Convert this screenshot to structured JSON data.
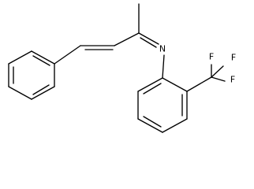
{
  "molecule": {
    "atoms": {
      "nitrogen": "N",
      "fluorine_top_left": "F",
      "fluorine_top_right": "F",
      "fluorine_right": "F"
    },
    "colors": {
      "bond": "#000000",
      "label": "#000000",
      "background": "#ffffff"
    }
  }
}
